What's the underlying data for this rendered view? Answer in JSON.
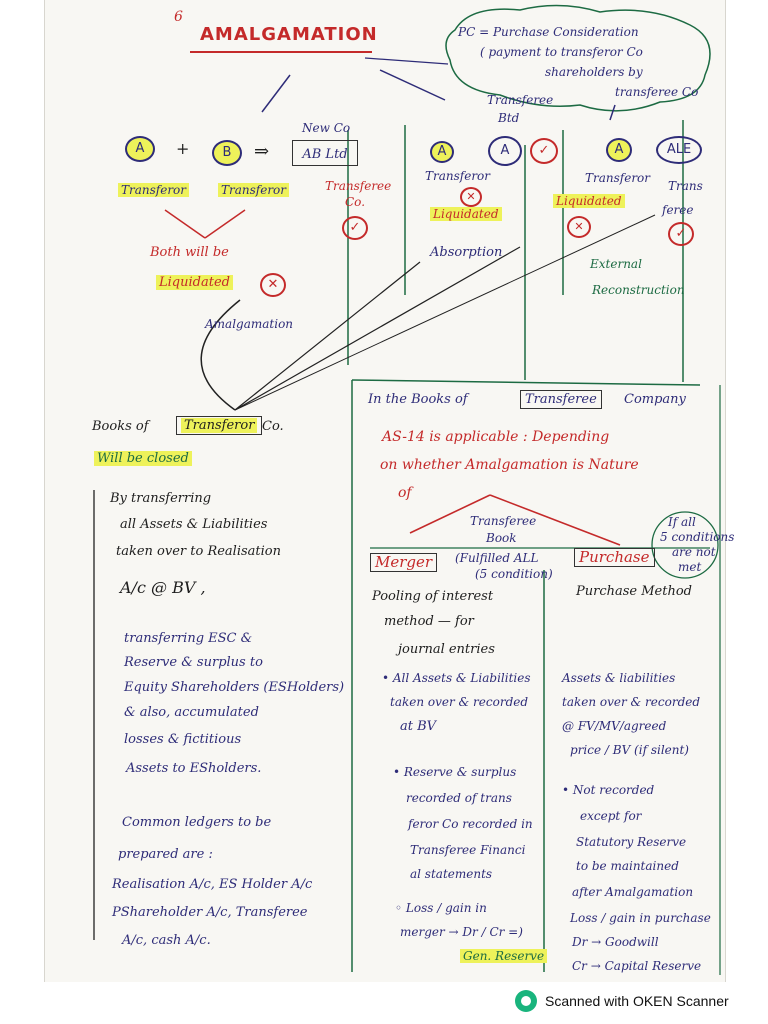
{
  "header": {
    "number": "6",
    "title": "AMALGAMATION",
    "cloud_lines": [
      "PC = Purchase Consideration",
      "( payment to transferor Co",
      "shareholders by",
      "transferee Co"
    ],
    "transferee_btd": [
      "Transferee",
      "Btd"
    ]
  },
  "diagram": {
    "newco_label": "New Co",
    "circle_a": "A",
    "plus": "+",
    "circle_b": "B",
    "arrow": "⇒",
    "ab_box": "AB Ltd",
    "transferor_1": "Transferor",
    "transferor_2": "Transferor",
    "transferee_co": [
      "Transferee",
      "Co."
    ],
    "both_liquidated": [
      "Both will be",
      "Liquidated"
    ],
    "amalgamation_label": "Amalgamation",
    "absorption": {
      "a1": "A",
      "a2": "A",
      "transferor": "Transferor",
      "liquidated": "Liquidated",
      "label": "Absorption"
    },
    "external": {
      "a": "A",
      "ale": "ALE",
      "transferor": "Transferor",
      "liquidated": "Liquidated",
      "transferee": [
        "Trans",
        "feree"
      ],
      "label": [
        "External",
        "Reconstruction"
      ]
    }
  },
  "left": {
    "books_line1_a": "Books of",
    "books_line1_b": "Transferor",
    "books_line1_c": "Co.",
    "books_line2": "Will be closed",
    "p1": [
      "By transferring",
      "all Assets & Liabilities",
      "taken over to Realisation",
      "A/c @ BV ,"
    ],
    "p2": [
      "transferring ESC &",
      "Reserve & surplus to",
      "Equity Shareholders (ESHolders)",
      "& also, accumulated",
      "losses & fictitious",
      "Assets to ESholders."
    ],
    "p3": [
      "Common ledgers to be",
      "prepared are :",
      "Realisation A/c, ES Holder A/c",
      "PShareholder A/c, Transferee",
      "A/c, cash A/c."
    ]
  },
  "right": {
    "heading_a": "In the Books of",
    "heading_b": "Transferee",
    "heading_c": "Company",
    "as14": [
      "AS-14 is applicable : Depending",
      "on whether Amalgamation is Nature",
      "of"
    ],
    "transferee_book": [
      "Transferee",
      "Book"
    ],
    "merger": "Merger",
    "fulfilled": [
      "(Fulfilled ALL",
      "(5 condition)"
    ],
    "purchase": "Purchase",
    "if_all": [
      "If all",
      "5 conditions",
      "are not",
      "met"
    ],
    "pooling": [
      "Pooling of interest",
      "method — for",
      "journal entries"
    ],
    "purchase_method": "Purchase Method",
    "m1": [
      "• All Assets & Liabilities",
      "taken over & recorded",
      "at BV"
    ],
    "m2": [
      "• Reserve & surplus",
      "recorded of trans",
      "feror Co recorded in",
      "Transferee Financi",
      "al statements"
    ],
    "m3": [
      "◦ Loss / gain in",
      "merger → Dr / Cr =)",
      "Gen. Reserve"
    ],
    "pu1": [
      "Assets & liabilities",
      "taken over & recorded",
      "@ FV/MV/agreed",
      "price / BV (if silent)"
    ],
    "pu2": [
      "• Not recorded",
      "except for",
      "Statutory Reserve",
      "to be maintained",
      "after Amalgamation"
    ],
    "pu3": [
      "Loss / gain in purchase",
      "Dr → Goodwill",
      "Cr → Capital Reserve"
    ]
  },
  "marks": {
    "tick": "✓",
    "cross": "✕"
  },
  "footer": {
    "text": "Scanned with OKEN Scanner"
  }
}
